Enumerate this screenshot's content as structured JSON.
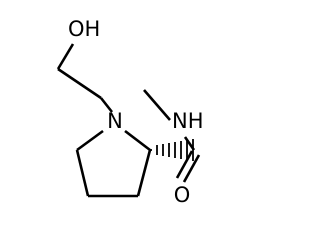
{
  "diagram": {
    "atoms": {
      "oh": "OH",
      "n_ring": "N",
      "nh": "NH",
      "o_carbonyl": "O"
    }
  }
}
